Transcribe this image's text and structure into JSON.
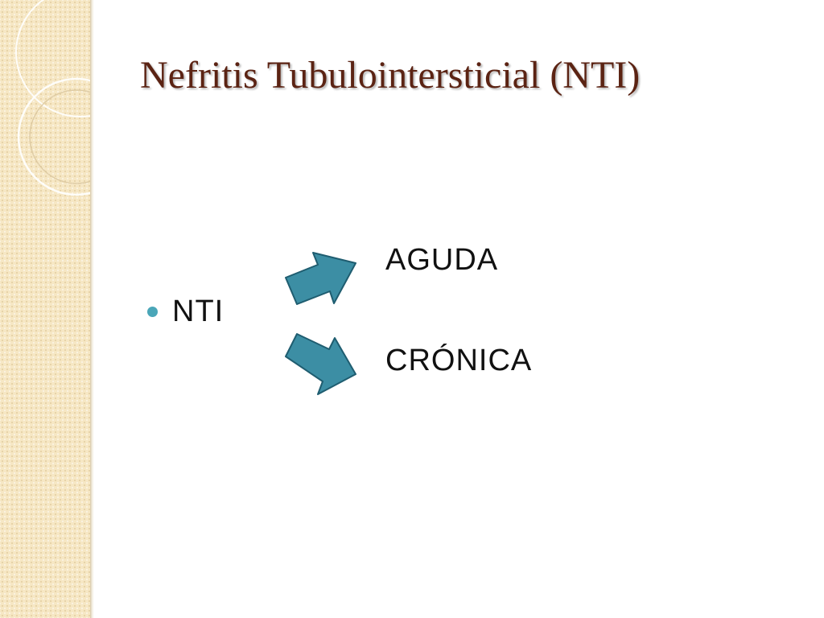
{
  "slide": {
    "title": "Nefritis Tubulointersticial (NTI)",
    "bullet": "NTI",
    "branches": [
      {
        "label": "AGUDA",
        "arrow": "arrow-up-right-icon"
      },
      {
        "label": "CRÓNICA",
        "arrow": "arrow-down-right-icon"
      }
    ]
  },
  "colors": {
    "title": "#5b2313",
    "accent": "#4aa6b8",
    "arrow_fill": "#3c8ea4",
    "arrow_stroke": "#1f5d70",
    "band": "#f6e7c4"
  }
}
